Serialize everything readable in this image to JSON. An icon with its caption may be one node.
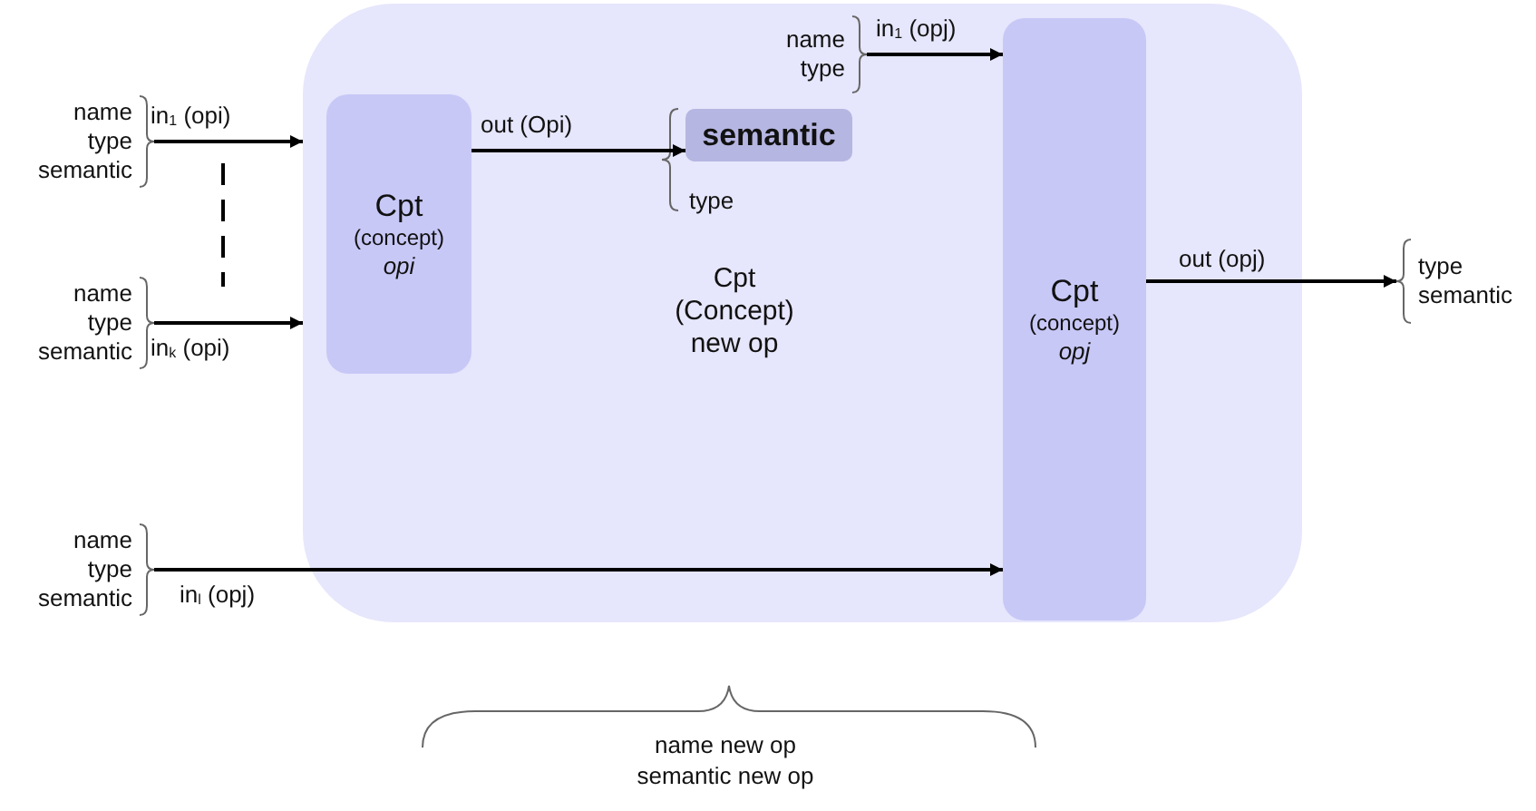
{
  "diagram": {
    "nodes": [
      {
        "text": [
          "Cpt (Concept) new op"
        ]
      },
      {
        "text": [
          "Cpt",
          "(concept)",
          "opi"
        ],
        "in": 0
      },
      {
        "text": [
          "semantic"
        ],
        "in": 0
      },
      {
        "text": [
          "Cpt",
          "(concept)",
          "opj"
        ],
        "in": 0
      },
      {
        "text": [
          "name type semantic"
        ]
      },
      {
        "text": [
          "name type semantic"
        ]
      },
      {
        "text": [
          "name type"
        ],
        "in": 0
      },
      {
        "text": [
          "type semantic"
        ]
      },
      {
        "text": [
          "name type semantic"
        ]
      }
    ],
    "edges": [
      {
        "from": 4,
        "to": 0,
        "arrow": "to",
        "label": "in$_{1}$ (opi)"
      },
      {
        "from": 5,
        "to": 0,
        "arrow": "to",
        "label": "in$_{k}$ (opi)"
      },
      {
        "from": 1,
        "to": 2,
        "arrow": "to",
        "label": "out (Opi)"
      },
      {
        "from": 6,
        "to": 3,
        "arrow": "to",
        "label": "in$_{1}$ (opj)"
      },
      {
        "from": 3,
        "to": 7,
        "arrow": "to",
        "label": "out (opj)"
      },
      {
        "from": 8,
        "to": 3,
        "arrow": "to",
        "label": "in$_{l}$ (opj)"
      }
    ],
    "labels": [
      "type",
      "name new op semantic new op"
    ]
  }
}
